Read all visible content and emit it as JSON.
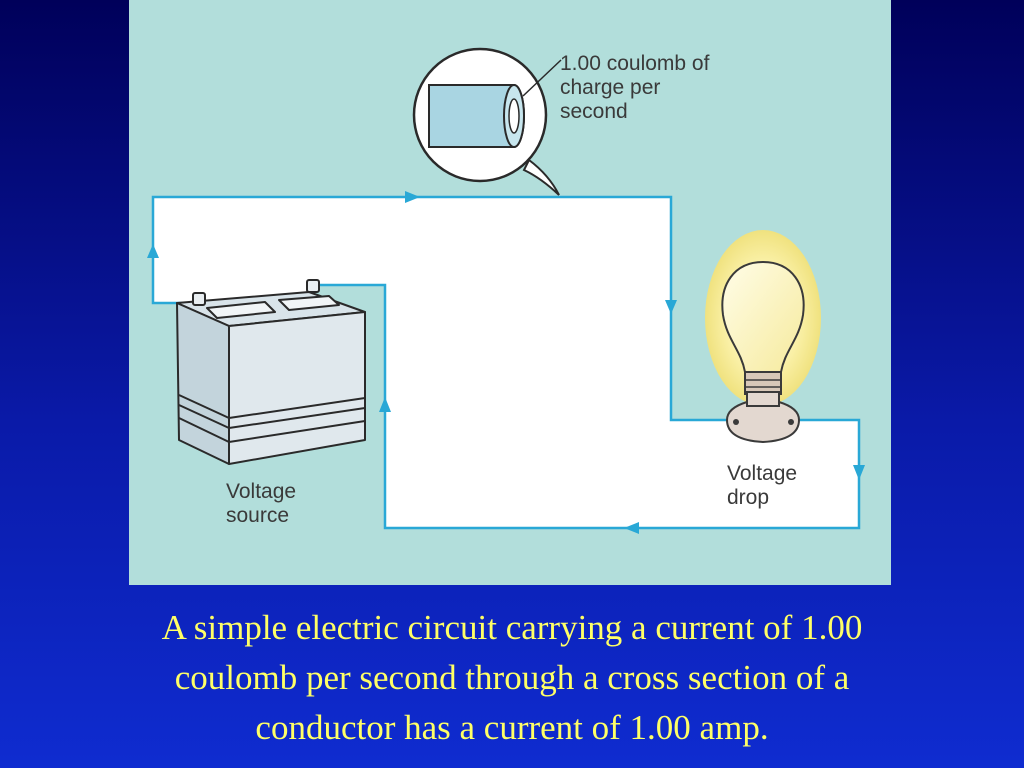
{
  "diagram": {
    "labels": {
      "charge_line1": "1.00 coulomb of",
      "charge_line2": "charge per",
      "charge_line3": "second",
      "source_line1": "Voltage",
      "source_line2": "source",
      "drop_line1": "Voltage",
      "drop_line2": "drop"
    },
    "icons": [
      "battery-icon",
      "light-bulb-icon",
      "conductor-cross-section-icon",
      "current-arrow-icon"
    ],
    "colors": {
      "panel_background": "#b2dedb",
      "wire_fill": "#ffffff",
      "wire_edge": "#29a8d6",
      "bulb_glow": "#fff3a8",
      "caption_text": "#ffff66",
      "slide_background": "#0a1aa8"
    }
  },
  "caption": {
    "line1": "A simple electric circuit carrying a current of 1.00",
    "line2": "coulomb per second through a cross section of a",
    "line3": "conductor has a current of 1.00 amp."
  }
}
